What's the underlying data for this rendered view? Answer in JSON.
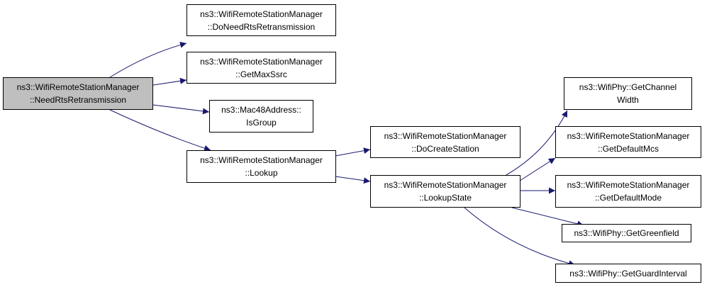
{
  "colors": {
    "edge": "#191970",
    "root_fill": "#bfbfbf",
    "node_fill": "#ffffff",
    "border": "#000000"
  },
  "nodes": {
    "need_rts_retransmission": {
      "line1": "ns3::WifiRemoteStationManager",
      "line2": "::NeedRtsRetransmission"
    },
    "do_need_rts_retransmission": {
      "line1": "ns3::WifiRemoteStationManager",
      "line2": "::DoNeedRtsRetransmission"
    },
    "get_max_ssrc": {
      "line1": "ns3::WifiRemoteStationManager",
      "line2": "::GetMaxSsrc"
    },
    "is_group": {
      "line1": "ns3::Mac48Address::",
      "line2": "IsGroup"
    },
    "lookup": {
      "line1": "ns3::WifiRemoteStationManager",
      "line2": "::Lookup"
    },
    "do_create_station": {
      "line1": "ns3::WifiRemoteStationManager",
      "line2": "::DoCreateStation"
    },
    "lookup_state": {
      "line1": "ns3::WifiRemoteStationManager",
      "line2": "::LookupState"
    },
    "get_channel_width": {
      "line1": "ns3::WifiPhy::GetChannel",
      "line2": "Width"
    },
    "get_default_mcs": {
      "line1": "ns3::WifiRemoteStationManager",
      "line2": "::GetDefaultMcs"
    },
    "get_default_mode": {
      "line1": "ns3::WifiRemoteStationManager",
      "line2": "::GetDefaultMode"
    },
    "get_greenfield": {
      "line1": "ns3::WifiPhy::GetGreenfield"
    },
    "get_guard_interval": {
      "line1": "ns3::WifiPhy::GetGuardInterval"
    }
  },
  "edges": [
    {
      "from": "need_rts_retransmission",
      "to": "do_need_rts_retransmission"
    },
    {
      "from": "need_rts_retransmission",
      "to": "get_max_ssrc"
    },
    {
      "from": "need_rts_retransmission",
      "to": "is_group"
    },
    {
      "from": "need_rts_retransmission",
      "to": "lookup"
    },
    {
      "from": "lookup",
      "to": "do_create_station"
    },
    {
      "from": "lookup",
      "to": "lookup_state"
    },
    {
      "from": "lookup_state",
      "to": "get_channel_width"
    },
    {
      "from": "lookup_state",
      "to": "get_default_mcs"
    },
    {
      "from": "lookup_state",
      "to": "get_default_mode"
    },
    {
      "from": "lookup_state",
      "to": "get_greenfield"
    },
    {
      "from": "lookup_state",
      "to": "get_guard_interval"
    }
  ]
}
